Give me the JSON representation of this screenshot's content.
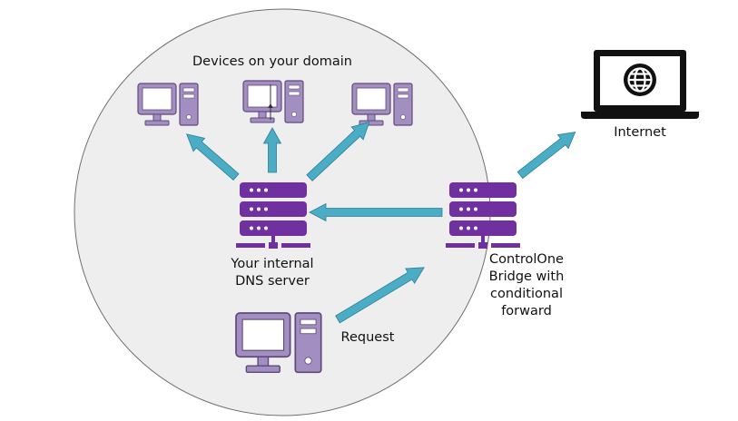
{
  "labels": {
    "domain": "Devices on your domain",
    "internet": "Internet",
    "dns_line1": "Your internal",
    "dns_line2": "DNS server",
    "bridge_line1": "ControlOne",
    "bridge_line2": "Bridge with",
    "bridge_line3": "conditional",
    "bridge_line4": "forward",
    "request": "Request"
  },
  "colors": {
    "device_fill": "#a38ec2",
    "device_stroke": "#5e4a7a",
    "server": "#7030a0",
    "arrow_fill": "#4bacc6",
    "arrow_stroke": "#2e7f96",
    "circle_fill": "#eeeeee",
    "circle_stroke": "#6f6f6f",
    "laptop": "#111111"
  },
  "icons": [
    "desktop-computer-icon",
    "server-icon",
    "laptop-globe-icon",
    "arrow-icon"
  ]
}
